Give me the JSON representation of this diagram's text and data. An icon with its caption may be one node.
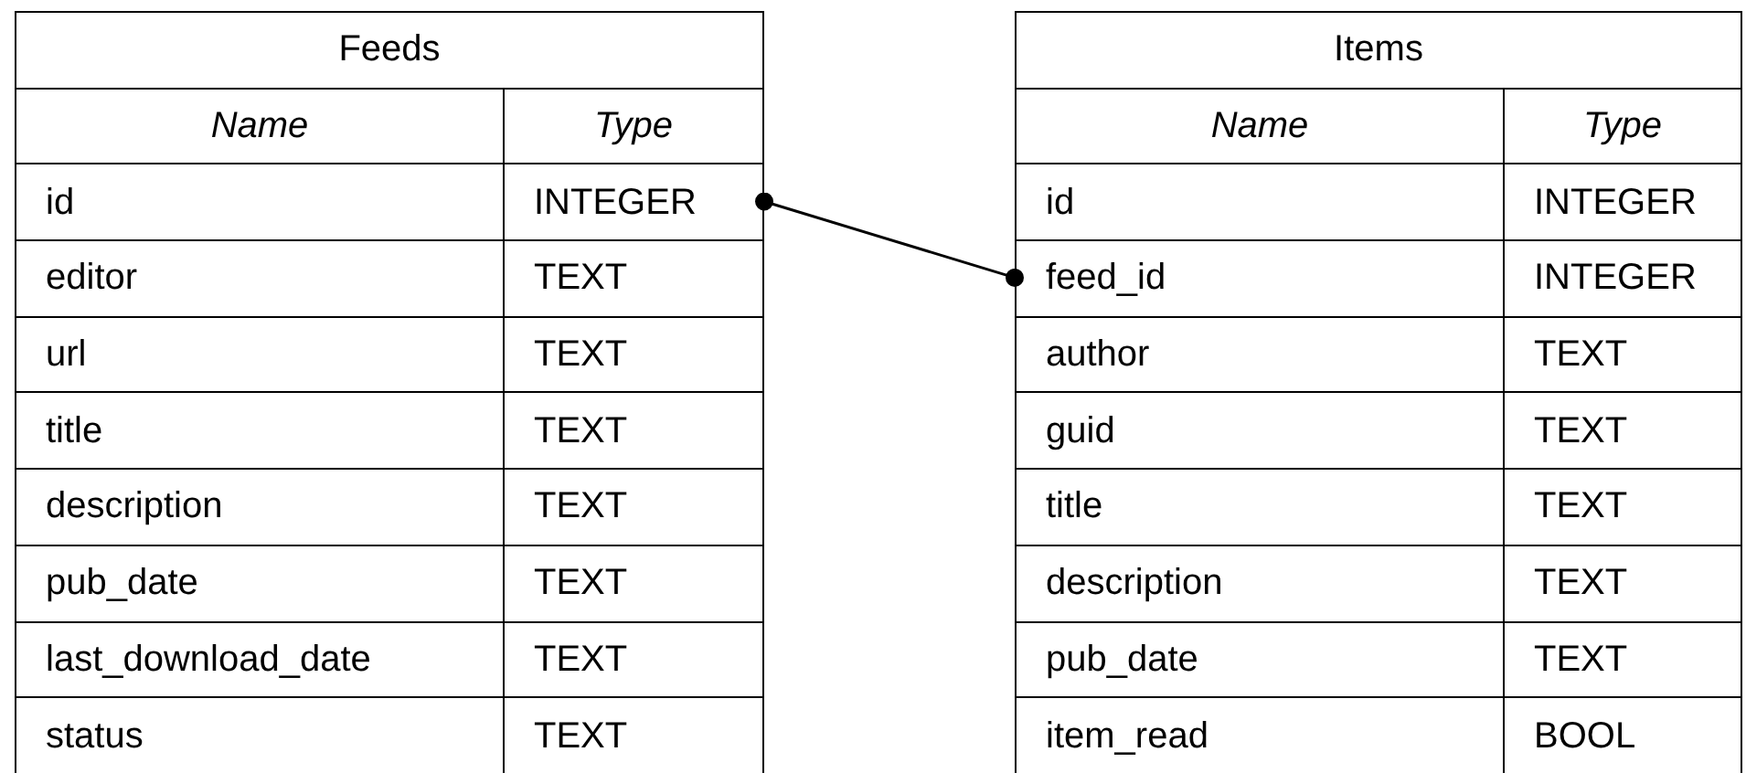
{
  "diagram": {
    "nodes": [
      {
        "text": [
          "Feeds"
        ]
      },
      {
        "text": [
          "Name",
          "Type"
        ],
        "in": 0
      },
      {
        "text": [
          "id",
          "INTEGER"
        ],
        "in": 0
      },
      {
        "text": [
          "editor",
          "TEXT"
        ],
        "in": 0
      },
      {
        "text": [
          "url",
          "TEXT"
        ],
        "in": 0
      },
      {
        "text": [
          "title",
          "TEXT"
        ],
        "in": 0
      },
      {
        "text": [
          "description",
          "TEXT"
        ],
        "in": 0
      },
      {
        "text": [
          "pub_date",
          "TEXT"
        ],
        "in": 0
      },
      {
        "text": [
          "last_download_date",
          "TEXT"
        ],
        "in": 0
      },
      {
        "text": [
          "status",
          "TEXT"
        ],
        "in": 0
      },
      {
        "text": [
          "Items"
        ]
      },
      {
        "text": [
          "Name",
          "Type"
        ],
        "in": 10
      },
      {
        "text": [
          "id",
          "INTEGER"
        ],
        "in": 10
      },
      {
        "text": [
          "feed_id",
          "INTEGER"
        ],
        "in": 10
      },
      {
        "text": [
          "author",
          "TEXT"
        ],
        "in": 10
      },
      {
        "text": [
          "guid",
          "TEXT"
        ],
        "in": 10
      },
      {
        "text": [
          "title",
          "TEXT"
        ],
        "in": 10
      },
      {
        "text": [
          "description",
          "TEXT"
        ],
        "in": 10
      },
      {
        "text": [
          "pub_date",
          "TEXT"
        ],
        "in": 10
      },
      {
        "text": [
          "item_read",
          "BOOL"
        ],
        "in": 10
      }
    ],
    "edges": [
      {
        "from": 2,
        "to": 13,
        "arrow": "other"
      }
    ]
  }
}
